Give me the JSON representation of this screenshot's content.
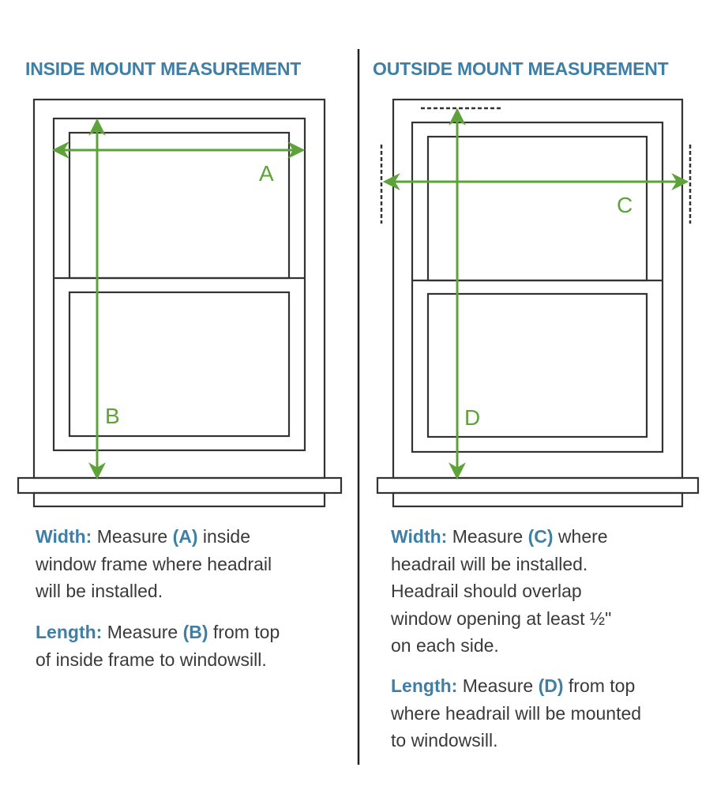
{
  "left": {
    "heading": "INSIDE MOUNT MEASUREMENT",
    "labels": {
      "width_marker": "A",
      "length_marker": "B"
    },
    "width": {
      "key": "Width:",
      "pre": " Measure ",
      "ref": "(A)",
      "post": " inside",
      "line2": "window frame where headrail",
      "line3": "will be installed."
    },
    "length": {
      "key": "Length:",
      "pre": " Measure ",
      "ref": "(B)",
      "post": " from top",
      "line2": "of inside frame to windowsill."
    }
  },
  "right": {
    "heading": "OUTSIDE MOUNT MEASUREMENT",
    "labels": {
      "width_marker": "C",
      "length_marker": "D"
    },
    "width": {
      "key": "Width:",
      "pre": " Measure ",
      "ref": "(C)",
      "post": " where",
      "line2": "headrail will be installed.",
      "line3": "Headrail should overlap",
      "line4": "window opening at least ½\"",
      "line5": "on each side."
    },
    "length": {
      "key": "Length:",
      "pre": " Measure ",
      "ref": "(D)",
      "post": " from top",
      "line2": "where headrail will be mounted",
      "line3": "to windowsill."
    }
  },
  "colors": {
    "heading": "#3f7fa6",
    "arrow": "#5ea33a",
    "line": "#333333"
  }
}
